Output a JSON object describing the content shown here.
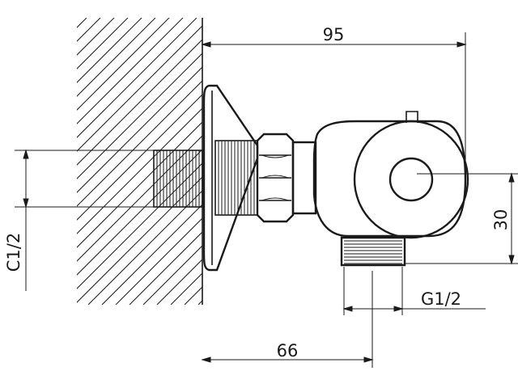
{
  "dimensions": {
    "overall_length": "95",
    "wall_to_outlet": "66",
    "outlet_offset": "30",
    "inlet_thread": "C1/2",
    "outlet_thread": "G1/2"
  },
  "colors": {
    "line": "#1a1a1a",
    "background": "#ffffff"
  }
}
